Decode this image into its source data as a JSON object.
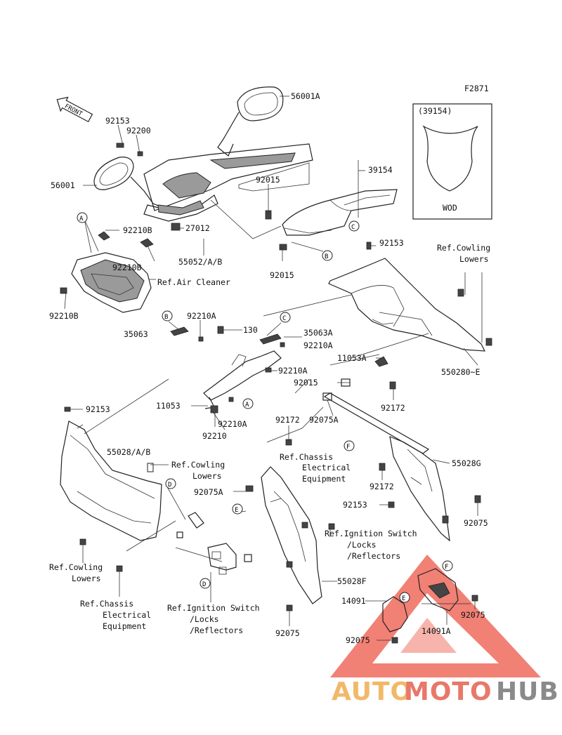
{
  "code": "F2871",
  "front_label": "FRONT",
  "inset_code": "(39154)",
  "inset_note": "WOD",
  "callouts": [
    "A",
    "B",
    "C",
    "D",
    "E",
    "F"
  ],
  "labels": {
    "p56001A": "56001A",
    "p92153_a": "92153",
    "p92200": "92200",
    "p56001": "56001",
    "p39154": "39154",
    "p92015_a": "92015",
    "p27012": "27012",
    "p92210B_a": "92210B",
    "p92210B_b": "92210B",
    "ref_air_cleaner": "Ref.Air Cleaner",
    "p55052": "55052/A/B",
    "p92015_b": "92015",
    "p92153_b": "92153",
    "ref_cowling_1a": "Ref.Cowling",
    "ref_cowling_1b": "Lowers",
    "p92210B_c": "92210B",
    "p92210A_a": "92210A",
    "p35063": "35063",
    "p130": "130",
    "p35063A": "35063A",
    "p92210A_b": "92210A",
    "p11053A": "11053A",
    "p55028E": "550280~E",
    "p92210A_c": "92210A",
    "p92015_c": "92015",
    "p92172_a": "92172",
    "p11053": "11053",
    "p92210A_d": "92210A",
    "p92210": "92210",
    "p92153_c": "92153",
    "p92172_b": "92172",
    "p92075A_a": "92075A",
    "p55028AB": "55028/A/B",
    "ref_chassis_1a": "Ref.Chassis",
    "ref_chassis_1b": "Electrical",
    "ref_chassis_1c": "Equipment",
    "ref_cowling_2a": "Ref.Cowling",
    "ref_cowling_2b": "Lowers",
    "p55028G": "55028G",
    "p92075A_b": "92075A",
    "p92172_c": "92172",
    "p92153_d": "92153",
    "p92075_a": "92075",
    "ref_ignition_1a": "Ref.Ignition Switch",
    "ref_ignition_1b": "/Locks",
    "ref_ignition_1c": "/Reflectors",
    "ref_cowling_3a": "Ref.Cowling",
    "ref_cowling_3b": "Lowers",
    "p55028F": "55028F",
    "ref_chassis_2a": "Ref.Chassis",
    "ref_chassis_2b": "Electrical",
    "ref_chassis_2c": "Equipment",
    "ref_ignition_2a": "Ref.Ignition Switch",
    "ref_ignition_2b": "/Locks",
    "ref_ignition_2c": "/Reflectors",
    "p14091": "14091",
    "p92075_b": "92075",
    "p92075_c": "92075",
    "p14091A": "14091A",
    "p92075_d": "92075"
  },
  "watermark": {
    "part1": "AUTO",
    "part2": "MOTO",
    "part3": "HUB",
    "color_auto": "#f2b86a",
    "color_moto": "#e8786a",
    "color_hub": "#8a8a8a",
    "triangle_color": "#ef6b5e"
  }
}
